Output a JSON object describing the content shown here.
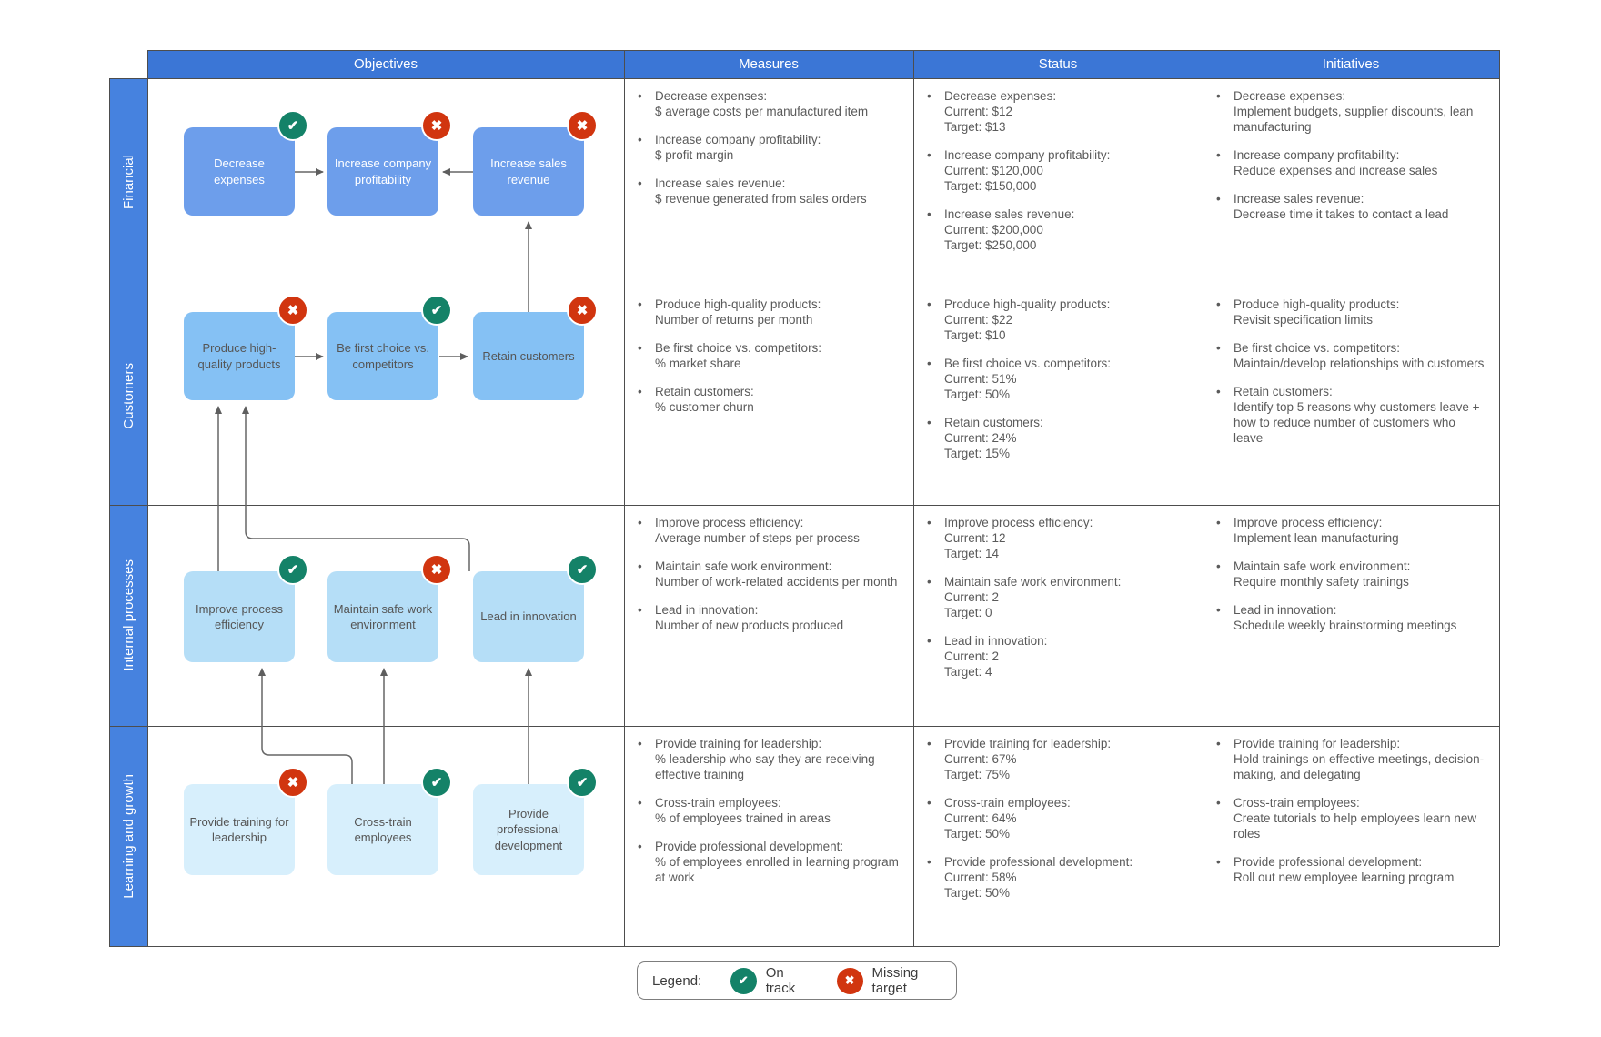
{
  "header": {
    "columns": [
      "Objectives",
      "Measures",
      "Status",
      "Initiatives"
    ]
  },
  "legend": {
    "label": "Legend:",
    "items": [
      {
        "status": "on-track",
        "label": "On track"
      },
      {
        "status": "missing-target",
        "label": "Missing target"
      }
    ]
  },
  "colors": {
    "header_blue": "#3b76d6",
    "sidebar_blue": "#4682df",
    "financial_box": "#6d9eeb",
    "customers_box": "#85c1f4",
    "internal_box": "#b5def7",
    "learning_box": "#d7effc",
    "on_track_green": "#148268",
    "missing_red": "#d1350f",
    "grid_border": "#4d4d4d",
    "connector_gray": "#666666",
    "body_text": "#5a5a5a"
  },
  "rows": [
    {
      "label": "Financial",
      "objectives": [
        {
          "text": "Decrease expenses",
          "status": "on-track"
        },
        {
          "text": "Increase company profitability",
          "status": "missing-target"
        },
        {
          "text": "Increase sales revenue",
          "status": "missing-target"
        }
      ],
      "measures": [
        {
          "t": "Decrease expenses:",
          "d": "$ average costs per manufactured item"
        },
        {
          "t": "Increase company profitability:",
          "d": "$ profit margin"
        },
        {
          "t": "Increase sales revenue:",
          "d": "$ revenue generated from sales orders"
        }
      ],
      "status": [
        {
          "t": "Decrease expenses:",
          "d": "Current: $12\nTarget: $13"
        },
        {
          "t": "Increase company profitability:",
          "d": "Current: $120,000\nTarget: $150,000"
        },
        {
          "t": "Increase sales revenue:",
          "d": "Current: $200,000\nTarget: $250,000"
        }
      ],
      "initiatives": [
        {
          "t": "Decrease expenses:",
          "d": "Implement budgets, supplier discounts, lean manufacturing"
        },
        {
          "t": "Increase company profitability:",
          "d": "Reduce expenses and increase sales"
        },
        {
          "t": "Increase sales revenue:",
          "d": "Decrease time it takes to contact a lead"
        }
      ]
    },
    {
      "label": "Customers",
      "objectives": [
        {
          "text": "Produce high-quality products",
          "status": "missing-target"
        },
        {
          "text": "Be first choice vs. competitors",
          "status": "on-track"
        },
        {
          "text": "Retain customers",
          "status": "missing-target"
        }
      ],
      "measures": [
        {
          "t": "Produce high-quality products:",
          "d": "Number of returns per month"
        },
        {
          "t": "Be first choice vs. competitors:",
          "d": "% market share"
        },
        {
          "t": "Retain customers:",
          "d": "% customer churn"
        }
      ],
      "status": [
        {
          "t": "Produce high-quality products:",
          "d": "Current: $22\nTarget: $10"
        },
        {
          "t": "Be first choice vs. competitors:",
          "d": "Current: 51%\nTarget: 50%"
        },
        {
          "t": "Retain customers:",
          "d": "Current: 24%\nTarget: 15%"
        }
      ],
      "initiatives": [
        {
          "t": "Produce high-quality products:",
          "d": "Revisit specification limits"
        },
        {
          "t": "Be first choice vs. competitors:",
          "d": "Maintain/develop relationships with customers"
        },
        {
          "t": "Retain customers:",
          "d": "Identify top 5 reasons why customers leave + how to reduce number of customers who leave"
        }
      ]
    },
    {
      "label": "Internal processes",
      "objectives": [
        {
          "text": "Improve process efficiency",
          "status": "on-track"
        },
        {
          "text": "Maintain safe work environment",
          "status": "missing-target"
        },
        {
          "text": "Lead in innovation",
          "status": "on-track"
        }
      ],
      "measures": [
        {
          "t": "Improve process efficiency:",
          "d": "Average number of steps per process"
        },
        {
          "t": "Maintain safe work environment:",
          "d": "Number of work-related accidents per month"
        },
        {
          "t": "Lead in innovation:",
          "d": "Number of new products produced"
        }
      ],
      "status": [
        {
          "t": "Improve process efficiency:",
          "d": "Current: 12\nTarget: 14"
        },
        {
          "t": "Maintain safe work environment:",
          "d": "Current: 2\nTarget: 0"
        },
        {
          "t": "Lead in innovation:",
          "d": "Current: 2\nTarget: 4"
        }
      ],
      "initiatives": [
        {
          "t": "Improve process efficiency:",
          "d": "Implement lean manufacturing"
        },
        {
          "t": "Maintain safe work environment:",
          "d": "Require monthly safety trainings"
        },
        {
          "t": "Lead in innovation:",
          "d": "Schedule weekly brainstorming meetings"
        }
      ]
    },
    {
      "label": "Learning and growth",
      "objectives": [
        {
          "text": "Provide training for leadership",
          "status": "missing-target"
        },
        {
          "text": "Cross-train employees",
          "status": "on-track"
        },
        {
          "text": "Provide professional development",
          "status": "on-track"
        }
      ],
      "measures": [
        {
          "t": "Provide training for leadership:",
          "d": "% leadership who say they are receiving effective training"
        },
        {
          "t": "Cross-train employees:",
          "d": "% of employees trained in areas"
        },
        {
          "t": "Provide professional development:",
          "d": "% of employees enrolled in learning program at work"
        }
      ],
      "status": [
        {
          "t": "Provide training for leadership:",
          "d": "Current: 67%\nTarget: 75%"
        },
        {
          "t": "Cross-train employees:",
          "d": "Current: 64%\nTarget: 50%"
        },
        {
          "t": "Provide professional development:",
          "d": "Current: 58%\nTarget: 50%"
        }
      ],
      "initiatives": [
        {
          "t": "Provide training for leadership:",
          "d": "Hold trainings on effective meetings, decision-making, and delegating"
        },
        {
          "t": "Cross-train employees:",
          "d": "Create tutorials to help employees learn new roles"
        },
        {
          "t": "Provide professional development:",
          "d": "Roll out new employee learning program"
        }
      ]
    }
  ],
  "connections": [
    "Decrease expenses -> Increase company profitability",
    "Increase sales revenue -> Increase company profitability",
    "Retain customers -> Increase sales revenue",
    "Produce high-quality products -> Be first choice vs. competitors",
    "Be first choice vs. competitors -> Retain customers",
    "Improve process efficiency -> Produce high-quality products",
    "Lead in innovation -> Produce high-quality products",
    "Cross-train employees -> Improve process efficiency",
    "Cross-train employees -> Maintain safe work environment",
    "Provide professional development -> Lead in innovation"
  ]
}
